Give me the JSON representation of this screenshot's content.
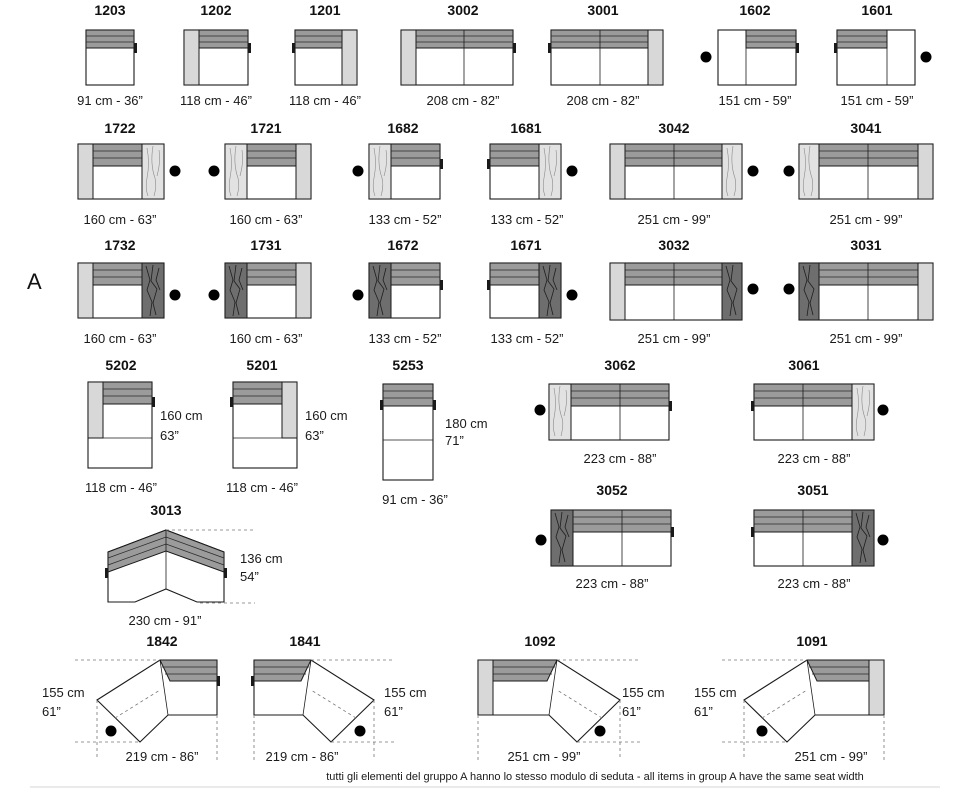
{
  "group_label": "A",
  "footnote": "tutti gli elementi  del gruppo A hanno lo stesso modulo di  seduta  -  all items in group A have the same seat width",
  "rows": {
    "r1": [
      {
        "code": "1203",
        "width": "91 cm - 36”"
      },
      {
        "code": "1202",
        "width": "118 cm - 46”"
      },
      {
        "code": "1201",
        "width": "118 cm - 46”"
      },
      {
        "code": "3002",
        "width": "208 cm - 82”"
      },
      {
        "code": "3001",
        "width": "208 cm - 82”"
      },
      {
        "code": "1602",
        "width": "151 cm - 59”"
      },
      {
        "code": "1601",
        "width": "151 cm - 59”"
      }
    ],
    "r2": [
      {
        "code": "1722",
        "width": "160 cm - 63”"
      },
      {
        "code": "1721",
        "width": "160 cm - 63”"
      },
      {
        "code": "1682",
        "width": "133 cm - 52”"
      },
      {
        "code": "1681",
        "width": "133 cm - 52”"
      },
      {
        "code": "3042",
        "width": "251 cm - 99”"
      },
      {
        "code": "3041",
        "width": "251 cm - 99”"
      }
    ],
    "r3": [
      {
        "code": "1732",
        "width": "160 cm - 63”"
      },
      {
        "code": "1731",
        "width": "160 cm - 63”"
      },
      {
        "code": "1672",
        "width": "133 cm - 52”"
      },
      {
        "code": "1671",
        "width": "133 cm - 52”"
      },
      {
        "code": "3032",
        "width": "251 cm - 99”"
      },
      {
        "code": "3031",
        "width": "251 cm - 99”"
      }
    ],
    "r4": [
      {
        "code": "5202",
        "width": "118 cm - 46”",
        "depth_cm": "160 cm",
        "depth_in": "63”"
      },
      {
        "code": "5201",
        "width": "118 cm - 46”",
        "depth_cm": "160 cm",
        "depth_in": "63”"
      },
      {
        "code": "5253",
        "width": "91 cm - 36”",
        "depth_cm": "180 cm",
        "depth_in": "71”"
      },
      {
        "code": "3062",
        "width": "223 cm - 88”"
      },
      {
        "code": "3061",
        "width": "223 cm - 88”"
      }
    ],
    "r5": [
      {
        "code": "3013",
        "width": "230 cm - 91”",
        "depth_cm": "136 cm",
        "depth_in": "54”"
      },
      {
        "code": "3052",
        "width": "223 cm - 88”"
      },
      {
        "code": "3051",
        "width": "223 cm - 88”"
      }
    ],
    "r6": [
      {
        "code": "1842",
        "width": "219 cm - 86”",
        "depth_cm": "155 cm",
        "depth_in": "61”"
      },
      {
        "code": "1841",
        "width": "219 cm - 86”",
        "depth_cm": "155 cm",
        "depth_in": "61”"
      },
      {
        "code": "1092",
        "width": "251 cm - 99”",
        "depth_cm": "155 cm",
        "depth_in": "61”"
      },
      {
        "code": "1091",
        "width": "251 cm - 99”",
        "depth_cm": "155 cm",
        "depth_in": "61”"
      }
    ]
  }
}
